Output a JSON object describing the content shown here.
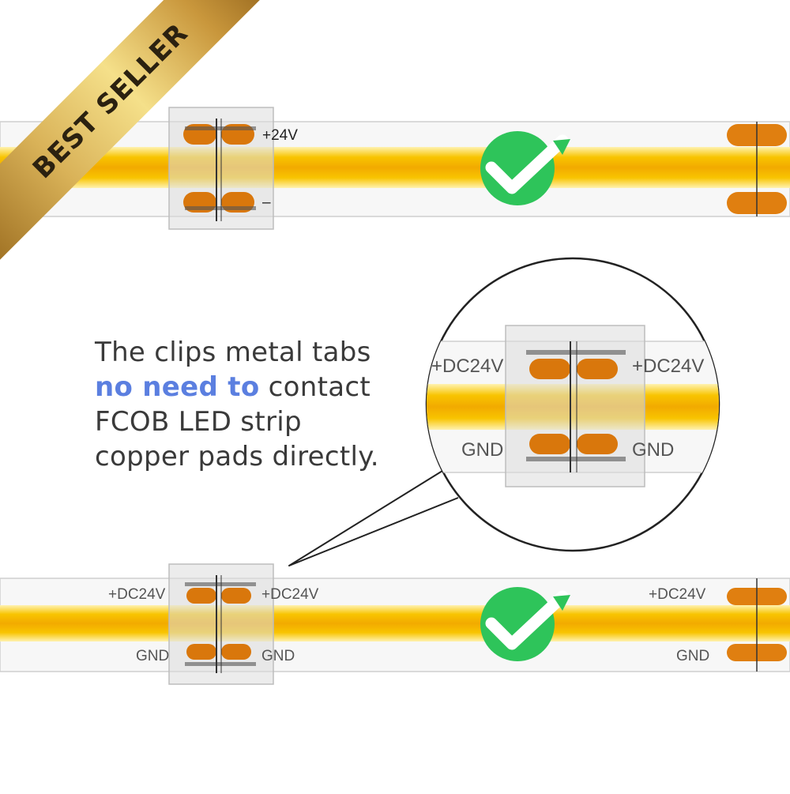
{
  "banner": {
    "text": "BEST SELLER"
  },
  "caption": {
    "line1": "The clips metal tabs",
    "highlight": "no need to",
    "line2_rest": " contact",
    "line3": "FCOB LED strip",
    "line4": "copper pads directly."
  },
  "top_strip": {
    "plus_label": "+24V",
    "minus_label": "–"
  },
  "zoom": {
    "left_plus": "+DC24V",
    "right_plus": "+DC24V",
    "left_gnd": "GND",
    "right_gnd": "GND"
  },
  "bottom_strip": {
    "left_plus": "+DC24V",
    "mid_plus": "+DC24V",
    "right_plus": "+DC24V",
    "left_gnd": "GND",
    "mid_gnd": "GND",
    "right_gnd": "GND"
  },
  "colors": {
    "glow": "#f5b800",
    "pad": "#e07f10",
    "check": "#2ec45a",
    "highlight": "#5b7fe0",
    "banner_gold": "#d9b258"
  }
}
